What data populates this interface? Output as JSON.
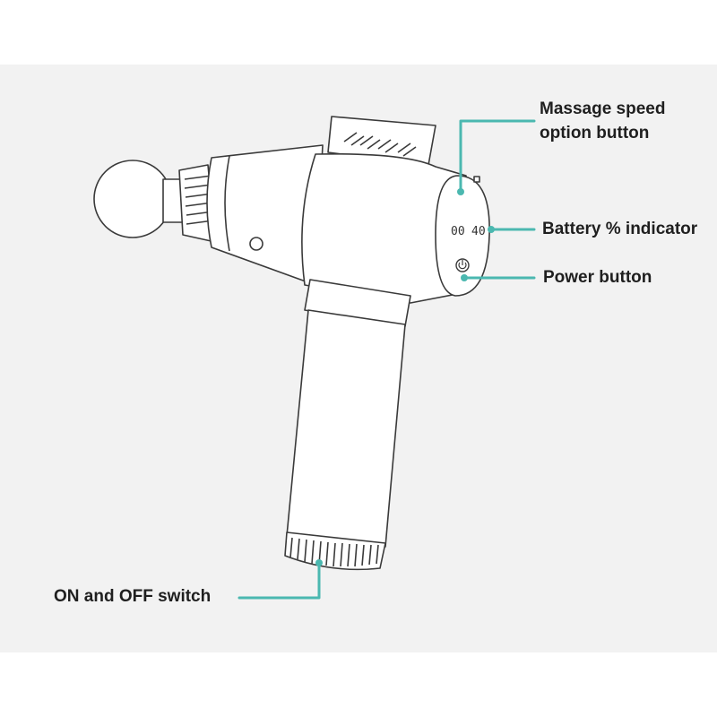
{
  "callouts": {
    "speed": {
      "line1": "Massage speed",
      "line2": "option button"
    },
    "battery": "Battery % indicator",
    "power": "Power button",
    "switch": "ON and OFF switch"
  },
  "display": {
    "speed_digits": "00",
    "battery_digits": "40"
  },
  "colors": {
    "accent": "#4bb8b0",
    "outline": "#3a3a3a",
    "background": "#f2f2f2",
    "text": "#1f1f1f"
  }
}
